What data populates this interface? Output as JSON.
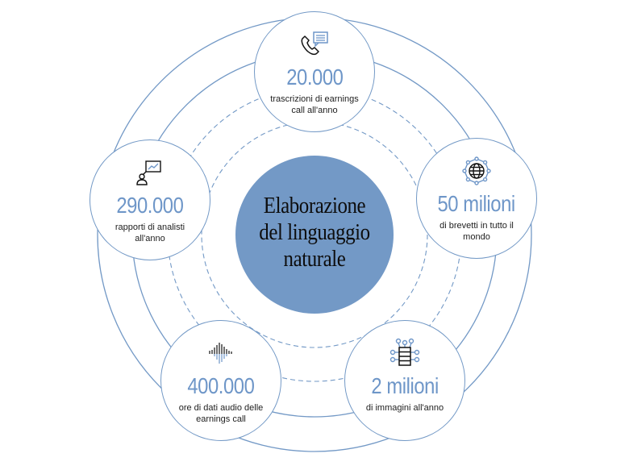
{
  "center": {
    "title": "Elaborazione del linguaggio naturale",
    "color": "#7399C6"
  },
  "nodes": [
    {
      "id": "earnings-transcripts",
      "icon": "phone-chat-icon",
      "value": "20.000",
      "description": "trascrizioni di earnings call all'anno"
    },
    {
      "id": "patents",
      "icon": "globe-network-icon",
      "value": "50 milioni",
      "description": "di brevetti in tutto il mondo"
    },
    {
      "id": "images",
      "icon": "database-network-icon",
      "value": "2 milioni",
      "description": "di immagini all'anno"
    },
    {
      "id": "audio",
      "icon": "audio-waveform-icon",
      "value": "400.000",
      "description": "ore di dati audio delle earnings call"
    },
    {
      "id": "analyst-reports",
      "icon": "presenter-chart-icon",
      "value": "290.000",
      "description": "rapporti di analisti all'anno"
    }
  ],
  "colors": {
    "accent": "#7399C6",
    "value_text": "#6E96C8",
    "body_text": "#1e1e1e"
  }
}
